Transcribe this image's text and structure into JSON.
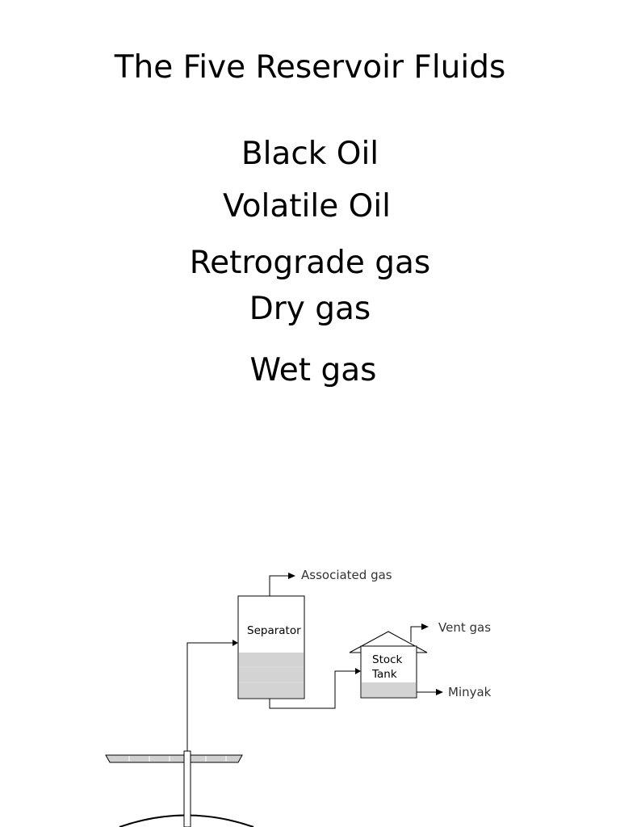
{
  "slide": {
    "title": "The Five Reservoir Fluids",
    "fluids": [
      "Black Oil",
      "Volatile Oil",
      "Retrograde gas",
      "Dry gas",
      "Wet gas"
    ]
  },
  "diagram": {
    "separator_label": "Separator",
    "stock_tank_label_line1": "Stock",
    "stock_tank_label_line2": "Tank",
    "associated_gas_label": "Associated gas",
    "vent_gas_label": "Vent gas",
    "oil_label": "Minyak",
    "liquid_color": "#d3d3d3",
    "line_color": "#000000"
  }
}
